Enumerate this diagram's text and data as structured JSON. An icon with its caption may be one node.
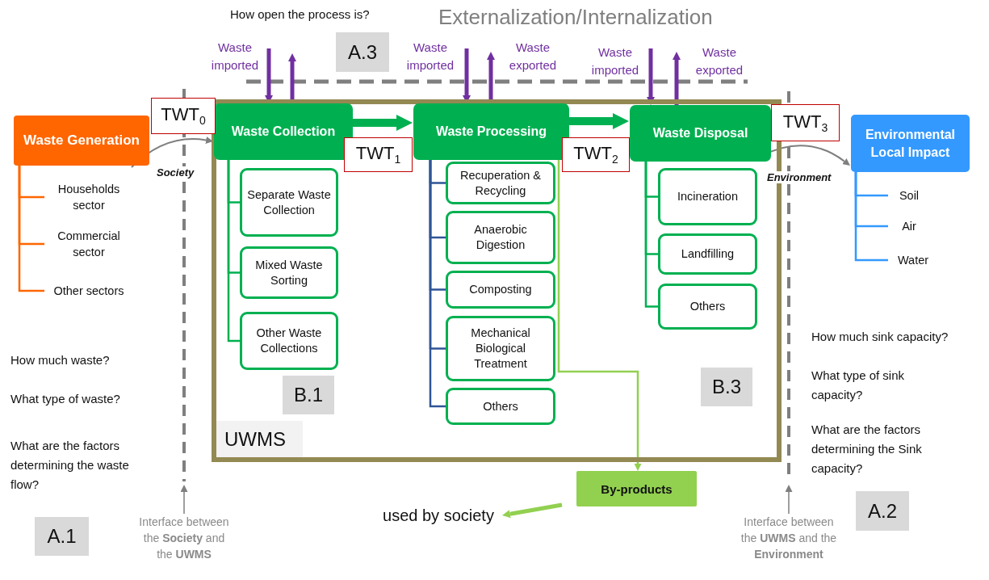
{
  "diagram": {
    "title": "Externalization/Internalization",
    "nodes": [
      {
        "text": [
          "UWMS"
        ]
      },
      {
        "text": [
          "Waste Generation"
        ]
      },
      {
        "text": [
          "Households sector"
        ]
      },
      {
        "text": [
          "Commercial sector"
        ]
      },
      {
        "text": [
          "Other sectors"
        ]
      },
      {
        "text": [
          "Waste Collection"
        ],
        "in": 0
      },
      {
        "text": [
          "Separate Waste Collection"
        ],
        "in": 0
      },
      {
        "text": [
          "Mixed Waste Sorting"
        ],
        "in": 0
      },
      {
        "text": [
          "Other Waste Collections"
        ],
        "in": 0
      },
      {
        "text": [
          "Waste Processing"
        ],
        "in": 0
      },
      {
        "text": [
          "Recuperation & Recycling"
        ],
        "in": 0
      },
      {
        "text": [
          "Anaerobic Digestion"
        ],
        "in": 0
      },
      {
        "text": [
          "Composting"
        ],
        "in": 0
      },
      {
        "text": [
          "Mechanical Biological Treatment"
        ],
        "in": 0
      },
      {
        "text": [
          "Others"
        ],
        "in": 0
      },
      {
        "text": [
          "Waste Disposal"
        ],
        "in": 0
      },
      {
        "text": [
          "Incineration"
        ],
        "in": 0
      },
      {
        "text": [
          "Landfilling"
        ],
        "in": 0
      },
      {
        "text": [
          "Others"
        ],
        "in": 0
      },
      {
        "text": [
          "Environmental Local Impact"
        ]
      },
      {
        "text": [
          "Soil"
        ]
      },
      {
        "text": [
          "Air"
        ]
      },
      {
        "text": [
          "Water"
        ]
      },
      {
        "text": [
          "By-products"
        ]
      },
      {
        "text": [
          "used by society"
        ]
      },
      {
        "text": [
          "TWT$_{0}$"
        ]
      },
      {
        "text": [
          "TWT$_{1}$"
        ],
        "in": 0
      },
      {
        "text": [
          "TWT$_{2}$"
        ],
        "in": 0
      },
      {
        "text": [
          "TWT$_{3}$"
        ]
      },
      {
        "text": [
          "A.3"
        ]
      },
      {
        "text": [
          "B.1"
        ],
        "in": 0
      },
      {
        "text": [
          "B.3"
        ],
        "in": 0
      },
      {
        "text": [
          "A.1"
        ]
      },
      {
        "text": [
          "A.2"
        ]
      },
      {
        "text": [
          "Interface between the **Society** and the **UWMS**"
        ]
      },
      {
        "text": [
          "Interface between the **UWMS** and the **Environment**"
        ]
      }
    ],
    "edges": [
      {
        "from": 1,
        "to": 5,
        "arrow": "to",
        "label": "Society",
        "color": "#7f7f7f"
      },
      {
        "from": 5,
        "to": 9,
        "arrow": "to",
        "style": "thick"
      },
      {
        "from": 9,
        "to": 15,
        "arrow": "to",
        "style": "thick"
      },
      {
        "from": 15,
        "to": 19,
        "arrow": "to",
        "label": "Environment",
        "color": "#7f7f7f"
      },
      {
        "from": 1,
        "to": 2,
        "arrow": "none",
        "color": "#ff6600"
      },
      {
        "from": 1,
        "to": 3,
        "arrow": "none",
        "color": "#ff6600"
      },
      {
        "from": 1,
        "to": 4,
        "arrow": "none",
        "color": "#ff6600"
      },
      {
        "from": 5,
        "to": 6,
        "arrow": "none"
      },
      {
        "from": 5,
        "to": 7,
        "arrow": "none"
      },
      {
        "from": 5,
        "to": 8,
        "arrow": "none"
      },
      {
        "from": 9,
        "to": 10,
        "arrow": "none",
        "color": "#2f5597"
      },
      {
        "from": 9,
        "to": 11,
        "arrow": "none",
        "color": "#2f5597"
      },
      {
        "from": 9,
        "to": 12,
        "arrow": "none",
        "color": "#2f5597"
      },
      {
        "from": 9,
        "to": 13,
        "arrow": "none",
        "color": "#2f5597"
      },
      {
        "from": 9,
        "to": 14,
        "arrow": "none",
        "color": "#2f5597"
      },
      {
        "from": 15,
        "to": 16,
        "arrow": "none"
      },
      {
        "from": 15,
        "to": 17,
        "arrow": "none"
      },
      {
        "from": 15,
        "to": 18,
        "arrow": "none"
      },
      {
        "from": 19,
        "to": 20,
        "arrow": "none",
        "color": "#3399ff"
      },
      {
        "from": 19,
        "to": 21,
        "arrow": "none",
        "color": "#3399ff"
      },
      {
        "from": 19,
        "to": 22,
        "arrow": "none",
        "color": "#3399ff"
      },
      {
        "from": 9,
        "to": 23,
        "arrow": "to",
        "color": "#92d050"
      },
      {
        "from": 23,
        "to": 24,
        "arrow": "to",
        "style": "thick",
        "color": "#92d050"
      },
      {
        "from": null,
        "to": 5,
        "arrow": "to",
        "style": "thick",
        "color": "#7030a0"
      },
      {
        "from": 5,
        "to": null,
        "arrow": "to",
        "style": "thick",
        "color": "#7030a0"
      },
      {
        "from": null,
        "to": 9,
        "arrow": "to",
        "style": "thick",
        "color": "#7030a0"
      },
      {
        "from": 9,
        "to": null,
        "arrow": "to",
        "style": "thick",
        "color": "#7030a0"
      },
      {
        "from": null,
        "to": 15,
        "arrow": "to",
        "style": "thick",
        "color": "#7030a0"
      },
      {
        "from": 15,
        "to": null,
        "arrow": "to",
        "style": "thick",
        "color": "#7030a0"
      },
      {
        "from": 34,
        "to": null,
        "arrow": "to",
        "color": "#7f7f7f"
      },
      {
        "from": 35,
        "to": null,
        "arrow": "to",
        "color": "#7f7f7f"
      }
    ],
    "labels": [
      "How open the process is?",
      "Waste imported",
      "Waste imported",
      "Waste exported",
      "Waste imported",
      "Waste exported",
      "How much waste?",
      "What type of waste?",
      "What are the factors determining the waste flow?",
      "How much sink capacity?",
      "What type of sink capacity?",
      "What are the factors determining the Sink capacity?"
    ]
  }
}
